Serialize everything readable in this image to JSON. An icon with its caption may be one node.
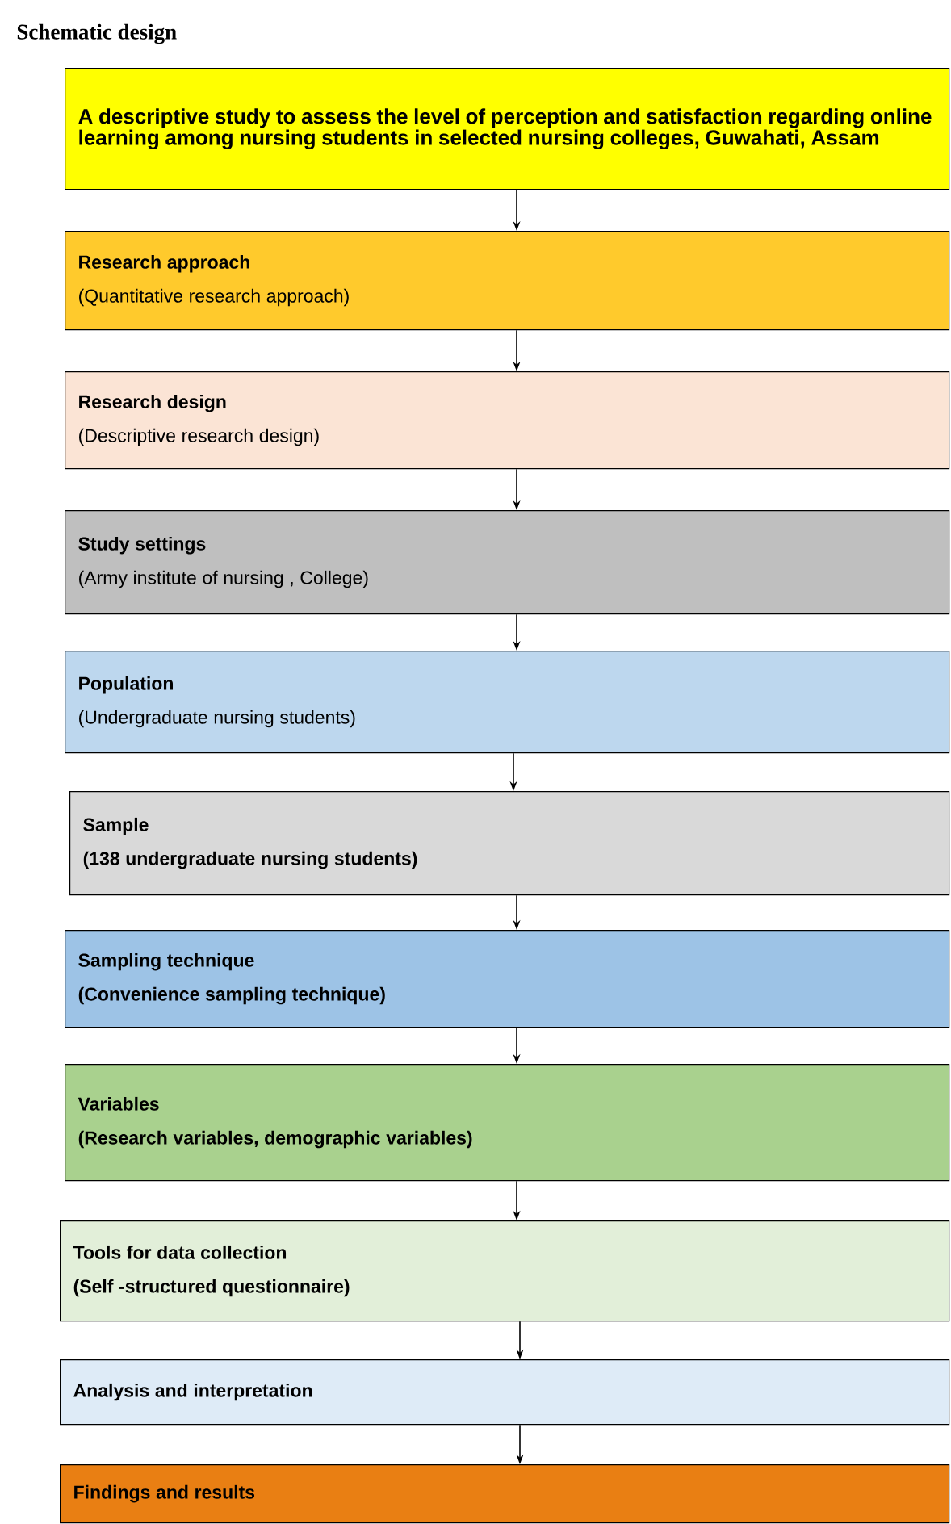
{
  "diagram": {
    "title": "Schematic design",
    "nodes": [
      {
        "text": [
          "A descriptive study to assess the level of perception and satisfaction regarding online learning among nursing students in selected nursing colleges, Guwahati, Assam"
        ]
      },
      {
        "text": [
          "Research approach",
          "(Quantitative research approach)"
        ]
      },
      {
        "text": [
          "Research design",
          "(Descriptive research design)"
        ]
      },
      {
        "text": [
          "Study settings",
          "(Army institute of nursing , College)"
        ]
      },
      {
        "text": [
          "Population",
          "(Undergraduate nursing students)"
        ]
      },
      {
        "text": [
          "Sample",
          "(138 undergraduate nursing students)"
        ]
      },
      {
        "text": [
          "Sampling technique",
          "(Convenience sampling technique)"
        ]
      },
      {
        "text": [
          "Variables",
          "(Research variables, demographic variables)"
        ]
      },
      {
        "text": [
          "Tools for data collection",
          "(Self -structured questionnaire)"
        ]
      },
      {
        "text": [
          "Analysis and interpretation"
        ]
      },
      {
        "text": [
          "Findings and results"
        ]
      }
    ],
    "edges": [
      {
        "from": 0,
        "to": 1,
        "arrow": "to"
      },
      {
        "from": 1,
        "to": 2,
        "arrow": "to"
      },
      {
        "from": 2,
        "to": 3,
        "arrow": "to"
      },
      {
        "from": 3,
        "to": 4,
        "arrow": "to"
      },
      {
        "from": 4,
        "to": 5,
        "arrow": "to"
      },
      {
        "from": 5,
        "to": 6,
        "arrow": "to"
      },
      {
        "from": 6,
        "to": 7,
        "arrow": "to"
      },
      {
        "from": 7,
        "to": 8,
        "arrow": "to"
      },
      {
        "from": 8,
        "to": 9,
        "arrow": "to"
      },
      {
        "from": 9,
        "to": 10,
        "arrow": "to"
      }
    ]
  }
}
